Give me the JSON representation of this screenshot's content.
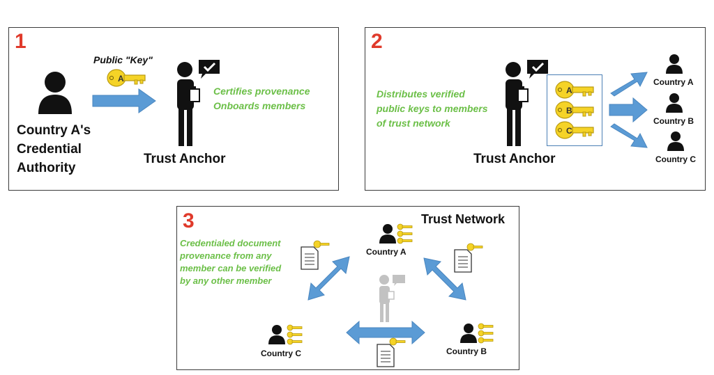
{
  "panel1": {
    "number": "1",
    "public_key_label": "Public \"Key\"",
    "key_letter": "A",
    "authority_lines": [
      "Country A's",
      "Credential",
      "Authority"
    ],
    "anchor_label": "Trust Anchor",
    "green_lines": [
      "Certifies provenance",
      "Onboards members"
    ]
  },
  "panel2": {
    "number": "2",
    "green_lines": [
      "Distributes verified",
      "public keys to members",
      "of trust network"
    ],
    "anchor_label": "Trust Anchor",
    "key_letters": [
      "A",
      "B",
      "C"
    ],
    "countries": [
      "Country A",
      "Country B",
      "Country C"
    ]
  },
  "panel3": {
    "number": "3",
    "title": "Trust Network",
    "green_lines": [
      "Credentialed document",
      "provenance from any",
      "member can be verified",
      "by any other member"
    ],
    "countries": [
      "Country A",
      "Country B",
      "Country C"
    ]
  },
  "colors": {
    "number": "#e03a2b",
    "green_text": "#6bbf47",
    "arrow": "#5b9bd5",
    "key": "#f5d327",
    "person": "#111111"
  },
  "icons": [
    "person-icon",
    "speech-bubble-check-icon",
    "key-icon",
    "document-icon",
    "arrow-icon"
  ]
}
